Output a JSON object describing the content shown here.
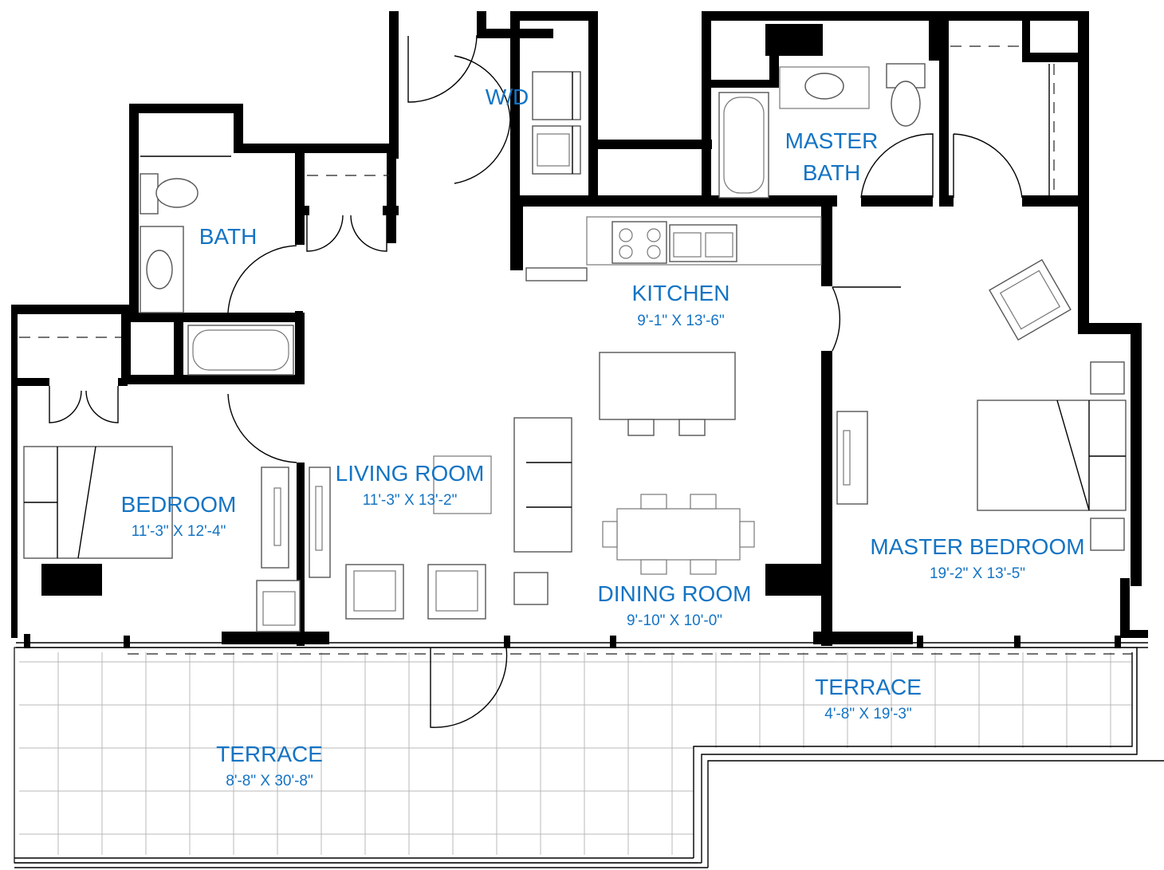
{
  "colors": {
    "wall": "#000000",
    "label": "#1474c4",
    "fixture": "#555555",
    "tile": "#b8b8b8"
  },
  "rooms": {
    "wd": {
      "name": "W/D",
      "dims": ""
    },
    "master_bath": {
      "name_line1": "MASTER",
      "name_line2": "BATH",
      "dims": ""
    },
    "bath": {
      "name": "BATH",
      "dims": ""
    },
    "kitchen": {
      "name": "KITCHEN",
      "dims": "9'-1\" X 13'-6\""
    },
    "living_room": {
      "name": "LIVING ROOM",
      "dims": "11'-3\" X 13'-2\""
    },
    "bedroom": {
      "name": "BEDROOM",
      "dims": "11'-3\" X 12'-4\""
    },
    "master_bedroom": {
      "name": "MASTER BEDROOM",
      "dims": "19'-2\" X 13'-5\""
    },
    "dining_room": {
      "name": "DINING ROOM",
      "dims": "9'-10\" X 10'-0\""
    },
    "terrace_right": {
      "name": "TERRACE",
      "dims": "4'-8\" X 19'-3\""
    },
    "terrace_left": {
      "name": "TERRACE",
      "dims": "8'-8\" X 30'-8\""
    }
  }
}
